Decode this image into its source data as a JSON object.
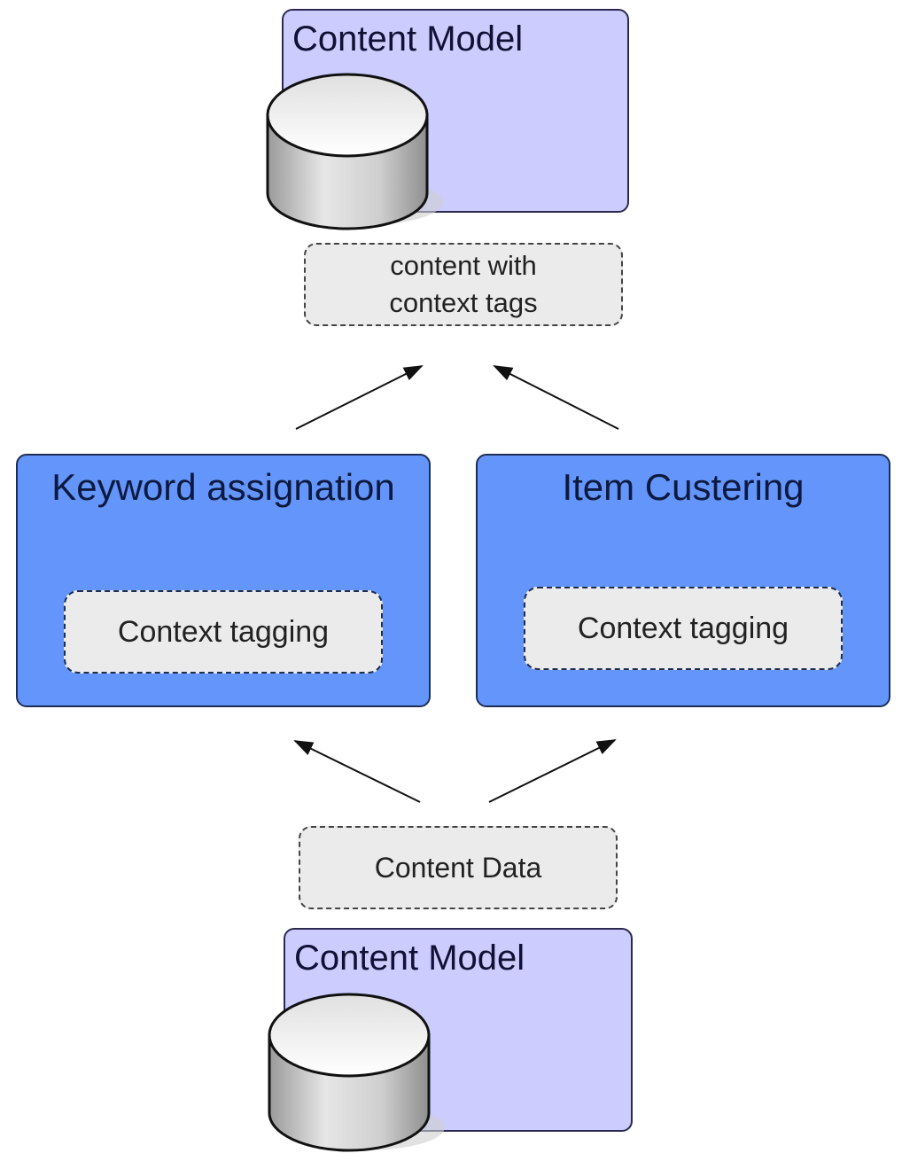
{
  "diagram": {
    "top_model": {
      "title": "Content Model",
      "icon": "database-icon"
    },
    "output_tag": {
      "line1": "content with",
      "line2": "context tags"
    },
    "processes": [
      {
        "title": "Keyword assignation",
        "inner": "Context tagging"
      },
      {
        "title": "Item Custering",
        "inner": "Context tagging"
      }
    ],
    "input_tag": {
      "label": "Content Data"
    },
    "bottom_model": {
      "title": "Content Model",
      "icon": "database-icon"
    },
    "colors": {
      "model_fill": "#ccccff",
      "process_fill": "#6495fa",
      "tag_fill": "#ebebeb",
      "arrow": "#111111"
    }
  }
}
